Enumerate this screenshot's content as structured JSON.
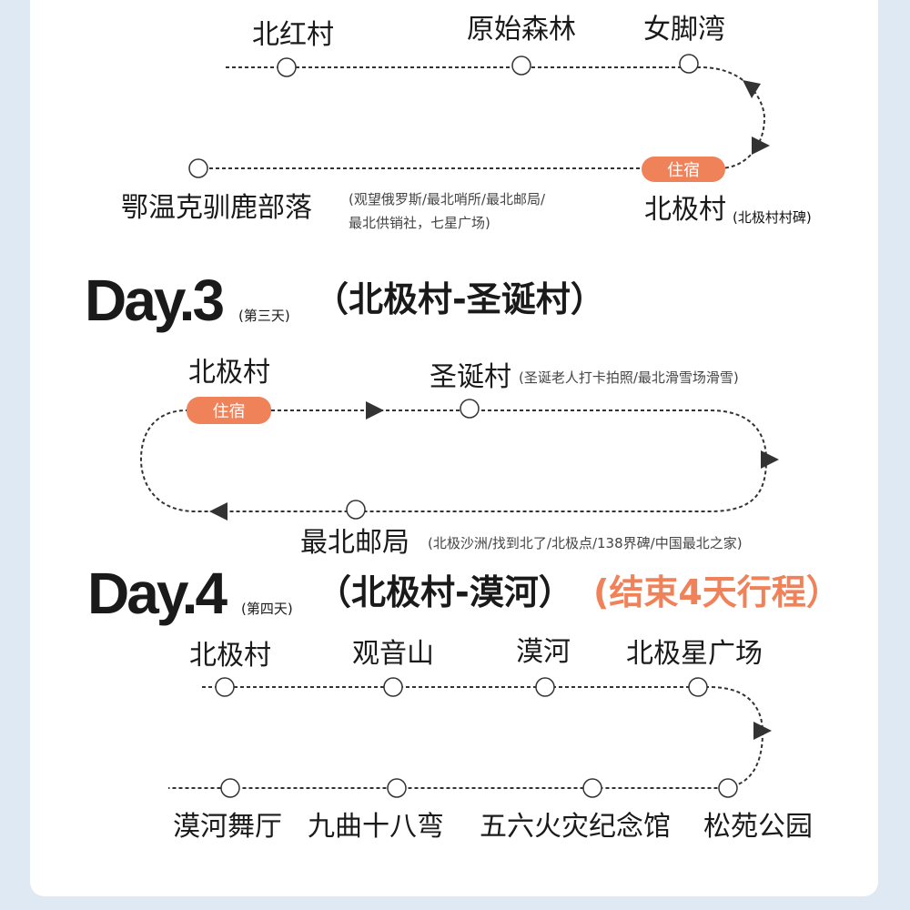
{
  "day2": {
    "stops_top": [
      "北红村",
      "原始森林",
      "女脚湾"
    ],
    "stop_left": "鄂温克驯鹿部落",
    "note_left_1": "(观望俄罗斯/最北哨所/最北邮局/",
    "note_left_2": "最北供销社，七星广场)",
    "stop_right": "北极村",
    "note_right": "(北极村村碑)",
    "badge": "住宿"
  },
  "day3": {
    "title": "Day.3",
    "sub": "(第三天)",
    "route": "（北极村-圣诞村）",
    "start": "北极村",
    "badge": "住宿",
    "stop2": "圣诞村",
    "note2": "(圣诞老人打卡拍照/最北滑雪场滑雪)",
    "stop3": "最北邮局",
    "note3": "(北极沙洲/找到北了/北极点/138界碑/中国最北之家)"
  },
  "day4": {
    "title": "Day.4",
    "sub": "(第四天)",
    "route": "（北极村-漠河）",
    "end_note": "(结束4天行程）",
    "stops_top": [
      "北极村",
      "观音山",
      "漠河",
      "北极星广场"
    ],
    "stops_bottom": [
      "漠河舞厅",
      "九曲十八弯",
      "五六火灾纪念馆",
      "松苑公园"
    ]
  },
  "colors": {
    "accent": "#f0825a",
    "background": "#dfe9f3"
  }
}
